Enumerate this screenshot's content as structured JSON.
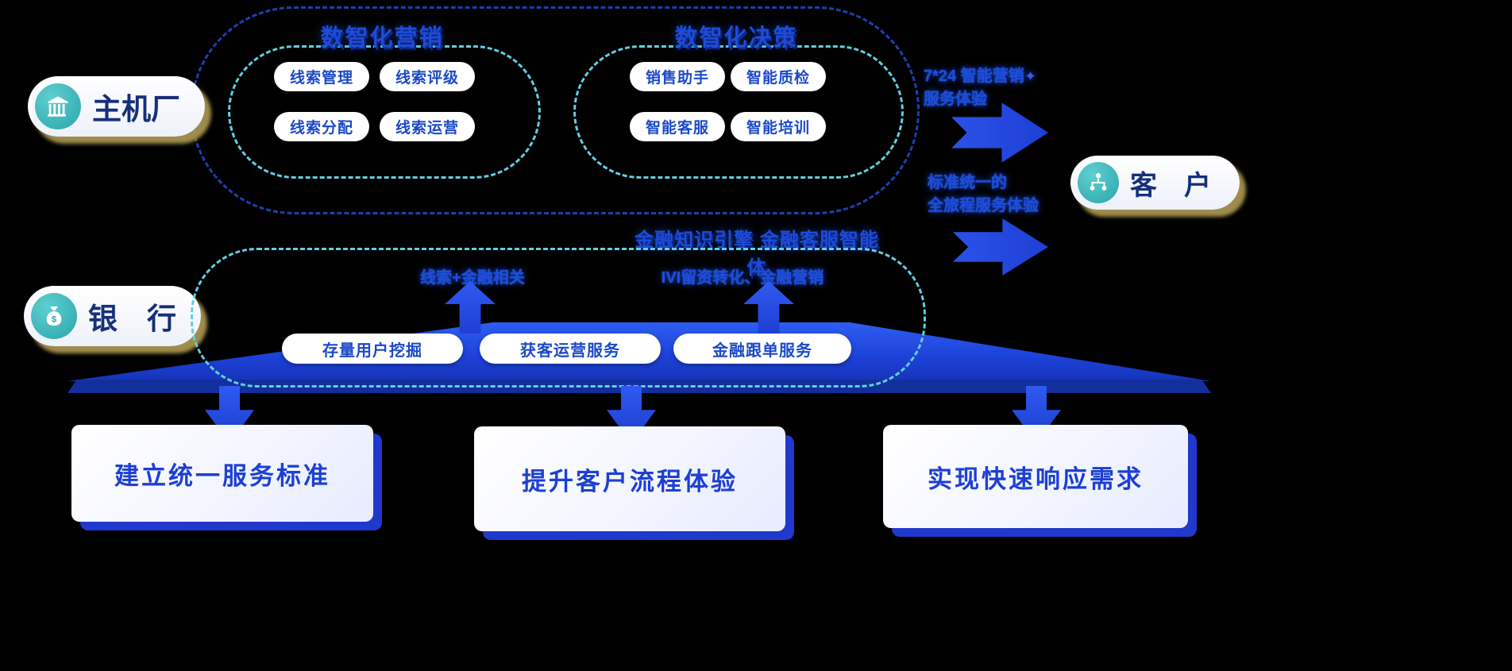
{
  "colors": {
    "background": "#000000",
    "accent_blue": "#1e4bd8",
    "outer_dash": "#1d3fae",
    "inner_dash": "#63cfdf",
    "teal_circle": "#2ba5ac",
    "badge_text": "#16307a",
    "badge_shadow_gold": "#a8944f",
    "platform_blue": "#1c41d8",
    "card_text": "#1c3fd4"
  },
  "actors": {
    "oem": {
      "label": "主机厂",
      "icon": "building-icon"
    },
    "bank": {
      "label": "银　行",
      "icon": "money-bag-icon"
    },
    "customer": {
      "label": "客　户",
      "icon": "org-chart-icon"
    }
  },
  "marketing_group": {
    "title": "数智化营销",
    "pills": [
      "线索管理",
      "线索评级",
      "线索分配",
      "线索运营"
    ]
  },
  "decision_group": {
    "title": "数智化决策",
    "pills": [
      "销售助手",
      "智能质检",
      "智能客服",
      "智能培训"
    ]
  },
  "right_notes": {
    "note1_line1": "7*24 智能营销",
    "note1_line2": "服务体验",
    "note2_line1": "标准统一的",
    "note2_line2": "全旅程服务体验"
  },
  "finance_section": {
    "title": "金融知识引擎 金融客服智能体",
    "left_note": "线索+金融相关",
    "right_note": "IVI留资转化、金融营销",
    "pills": [
      "存量用户挖掘",
      "获客运营服务",
      "金融跟单服务"
    ]
  },
  "bottom_cards": {
    "card1": "建立统一服务标准",
    "card2": "提升客户流程体验",
    "card3": "实现快速响应需求"
  }
}
